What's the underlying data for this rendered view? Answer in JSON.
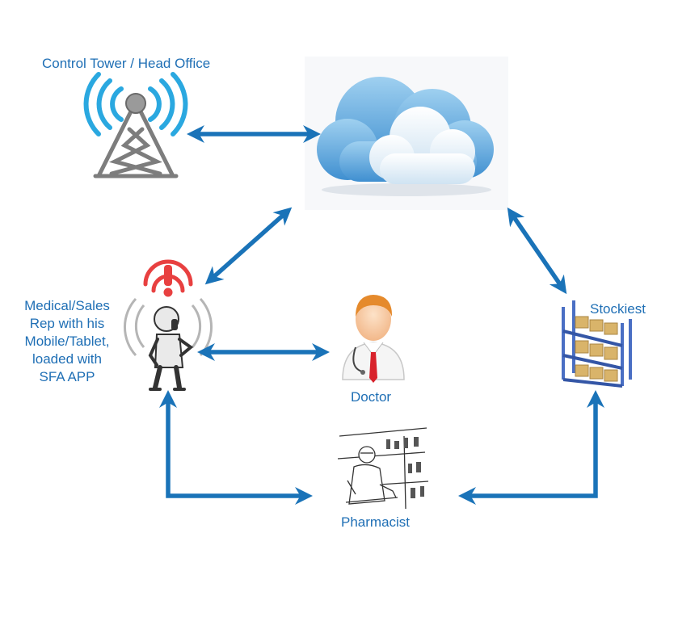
{
  "nodes": {
    "control_tower": {
      "label": "Control Tower / Head Office",
      "icon": "radio-tower-icon"
    },
    "cloud": {
      "icon": "cloud-icon"
    },
    "rep": {
      "label_lines": [
        "Medical/Sales",
        "Rep with his",
        "Mobile/Tablet,",
        "loaded with",
        "SFA APP"
      ],
      "icon": "sales-rep-with-phone-icon"
    },
    "doctor": {
      "label": "Doctor",
      "icon": "doctor-icon"
    },
    "stockiest": {
      "label": "Stockiest",
      "icon": "warehouse-shelves-icon"
    },
    "pharmacist": {
      "label": "Pharmacist",
      "icon": "pharmacist-icon"
    }
  },
  "colors": {
    "arrow": "#1a73b8",
    "label": "#1f6fb5",
    "alert": "#e84040",
    "cloud_light": "#bfe0f5",
    "cloud_dark": "#5aa6dc",
    "tower_waves": "#2aa8e0",
    "box": "#d9b46a",
    "shelf_frame": "#4a6fc4"
  }
}
